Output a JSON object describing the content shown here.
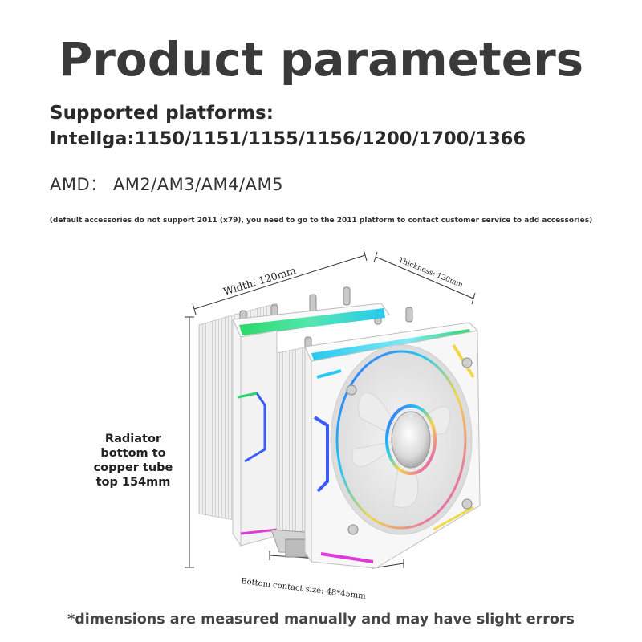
{
  "title": "Product parameters",
  "platforms_label": "Supported platforms:",
  "intel_line": "lntellga:1150/1151/1155/1156/1200/1700/1366",
  "amd_line": "AMD： AM2/AM3/AM4/AM5",
  "note": "(default accessories do not support 2011 (x79), you need to go to the 2011 platform to contact customer service to add accessories)",
  "dimensions": {
    "width": "Width: 120mm",
    "thickness": "Thickness: 120mm",
    "radiator": "Radiator bottom to copper tube top 154mm",
    "bottom_contact": "Bottom contact size: 48*45mm"
  },
  "footer": "*dimensions are measured manually and may have slight errors",
  "colors": {
    "title": "#3a3a3a",
    "body": "#ffffff",
    "rgb_green": "#2bd96a",
    "rgb_cyan": "#27c9f0",
    "rgb_blue": "#3a5cff",
    "rgb_magenta": "#e03ad8",
    "rgb_yellow": "#f3d64a"
  }
}
